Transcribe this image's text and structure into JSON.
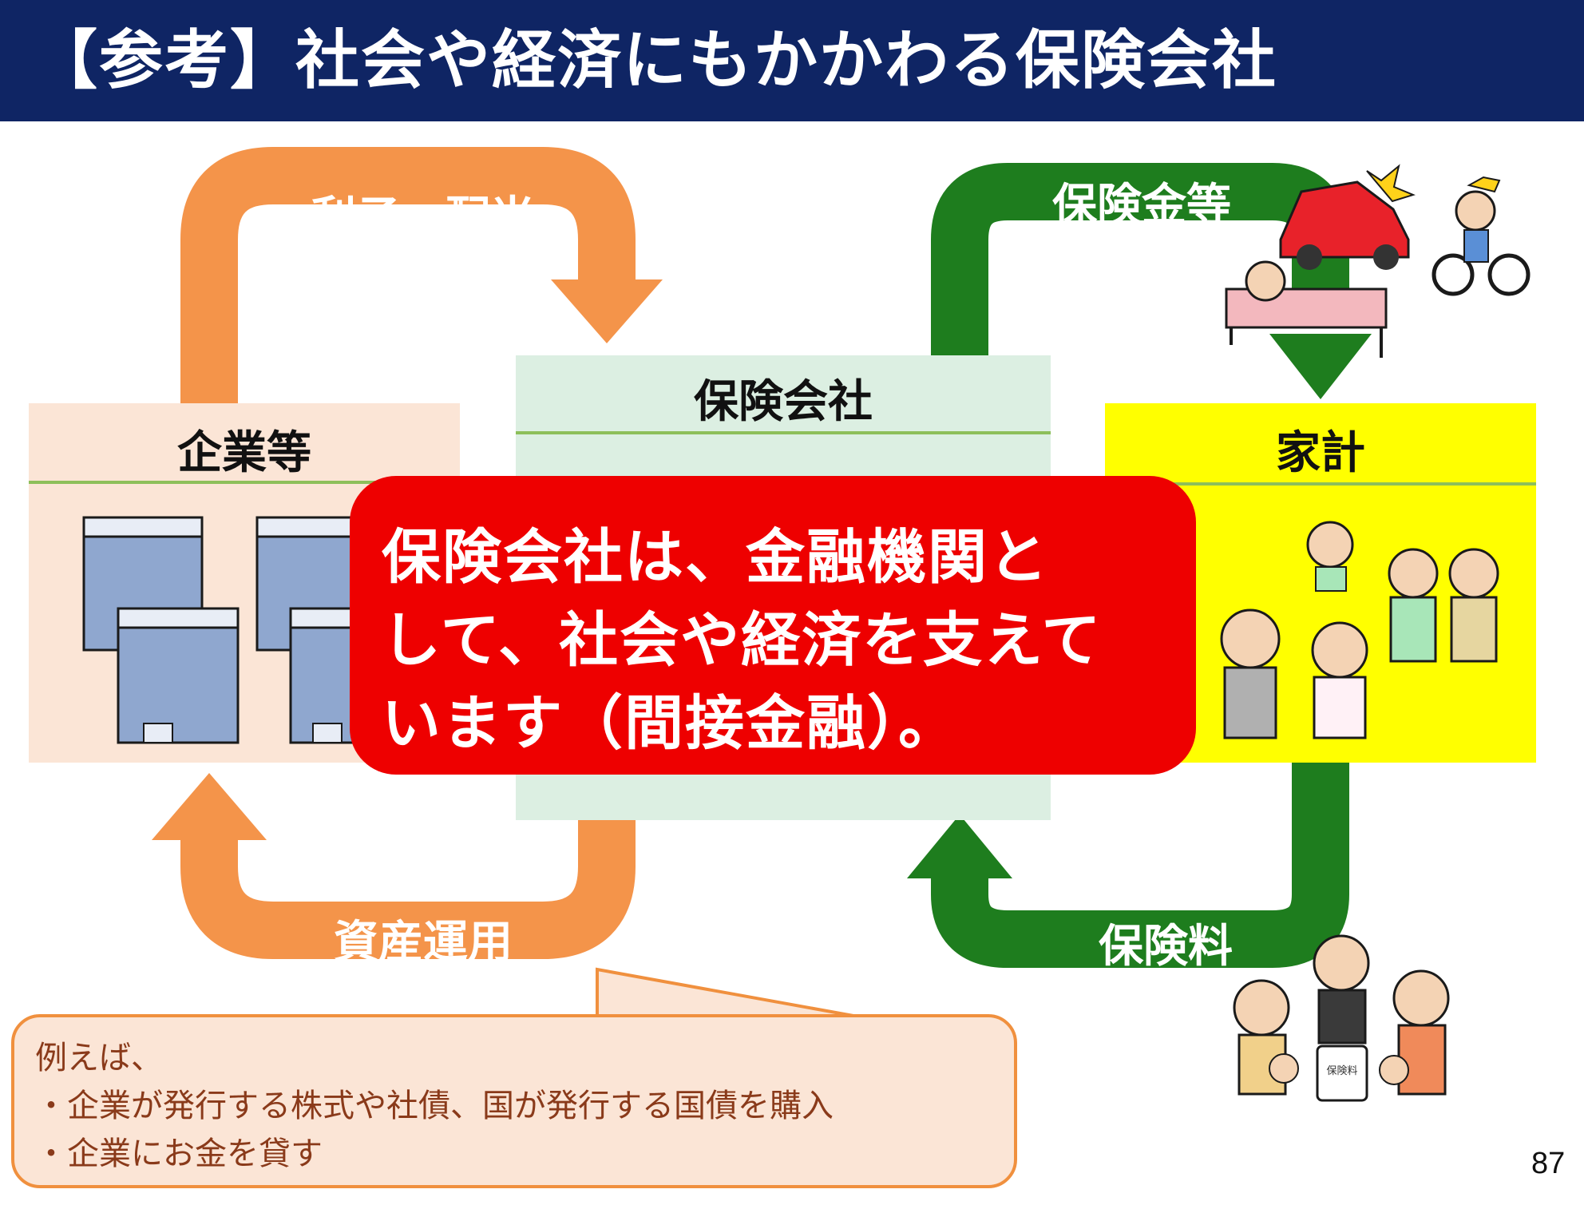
{
  "title": "【参考】社会や経済にもかかわる保険会社",
  "colors": {
    "header": "#0f2564",
    "orange_arrow": "#f4944a",
    "green_arrow": "#1e7d1e",
    "company_box": "#fbe5d6",
    "insurer_box": "#dcefe2",
    "household_box": "#ffff00",
    "callout": "#ee0000"
  },
  "flows": {
    "interest_dividend": "利子・配当",
    "asset_management": "資産運用",
    "insurance_payout": "保険金等",
    "premium": "保険料"
  },
  "boxes": {
    "companies": "企業等",
    "insurer": "保険会社",
    "household": "家計"
  },
  "callout": {
    "line1": "保険会社は、金融機関と",
    "line2": "して、社会や経済を支えて",
    "line3": "います（間接金融）。"
  },
  "example": {
    "line1": "例えば、",
    "line2": "・企業が発行する株式や社債、国が発行する国債を購入",
    "line3": "・企業にお金を貸す"
  },
  "illustration_label": "保険料",
  "page_number": "87"
}
